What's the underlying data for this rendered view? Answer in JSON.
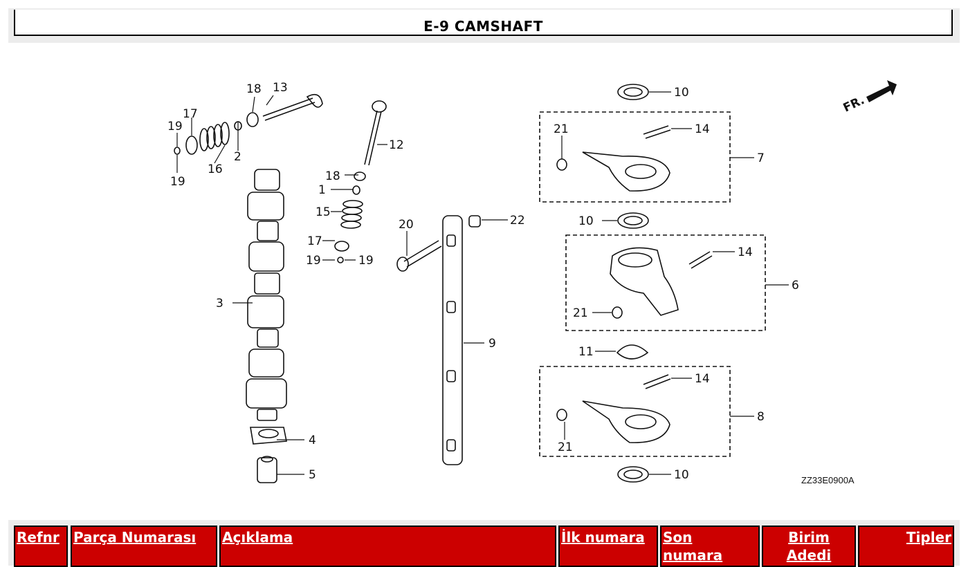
{
  "page": {
    "title": "E-9 CAMSHAFT"
  },
  "diagram": {
    "code": "ZZ33E0900A",
    "front_label": "FR.",
    "callouts": [
      "1",
      "2",
      "3",
      "4",
      "5",
      "6",
      "7",
      "8",
      "9",
      "10",
      "11",
      "12",
      "13",
      "14",
      "15",
      "16",
      "17",
      "18",
      "19",
      "20",
      "21",
      "22"
    ]
  },
  "table": {
    "headers": {
      "refnr": "Refnr",
      "part_number": "Parça Numarası",
      "description": "Açıklama",
      "first_number": "İlk numara",
      "last_number": "Son numara",
      "unit_qty": "Birim Adedi",
      "types": "Tipler"
    },
    "header_color": "#cc0000"
  }
}
